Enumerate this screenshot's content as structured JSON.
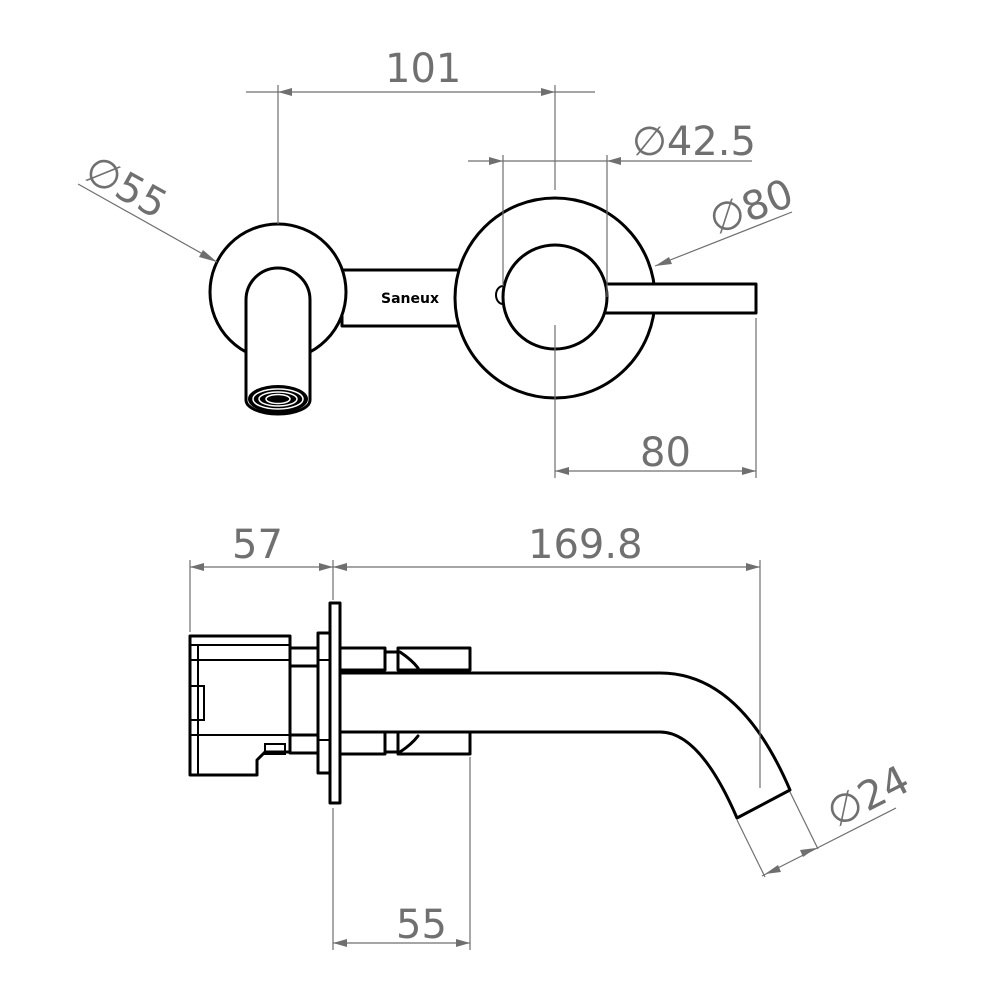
{
  "brand": "Saneux",
  "front_view": {
    "dim_spout_to_valve": "101",
    "dim_handle_diameter": "∅42.5",
    "dim_spout_plate_diameter": "∅55",
    "dim_valve_plate_diameter": "∅80",
    "dim_handle_length": "80"
  },
  "side_view": {
    "dim_body_depth": "57",
    "dim_spout_projection": "169.8",
    "dim_outlet_diameter": "∅24",
    "dim_plate_to_body": "55"
  },
  "colors": {
    "outline": "#000000",
    "dimension": "#6f6f6f"
  }
}
